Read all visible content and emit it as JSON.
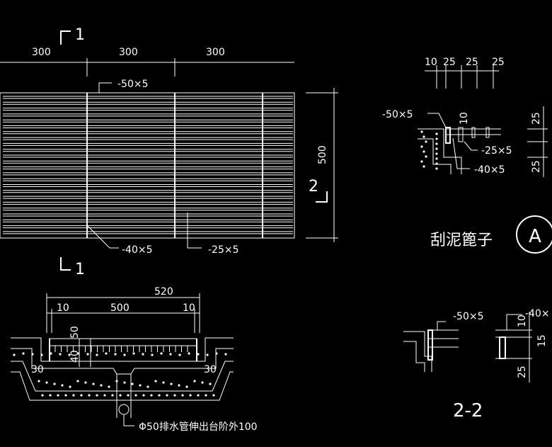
{
  "plan": {
    "section_1_label": "1",
    "section_1b_label": "1",
    "section_2_label": "2",
    "dim_top": [
      "300",
      "300",
      "300"
    ],
    "dim_right": "500",
    "leader_top": "-50×5",
    "leader_bottom_left": "-40×5",
    "leader_bottom_right": "-25×5"
  },
  "detail_a": {
    "dims_top": [
      "10",
      "25",
      "25",
      "25"
    ],
    "leader_1": "-50×5",
    "dim_10": "10",
    "leader_2": "-25×5",
    "leader_3": "-40×5",
    "dims_right": [
      "25",
      "25"
    ],
    "title": "刮泥篦子",
    "callout": "A"
  },
  "section_1": {
    "dim_total": "520",
    "dims": [
      "10",
      "500",
      "10"
    ],
    "dim_50": "50",
    "dim_40": "40",
    "dim_30_left": "30",
    "dim_30_right": "30",
    "drain_note": "Φ50排水管伸出台阶外100"
  },
  "section_2": {
    "leader_1": "-50×5",
    "leader_2": "-40×",
    "dims": [
      "10",
      "15",
      "25"
    ],
    "title": "2-2"
  }
}
